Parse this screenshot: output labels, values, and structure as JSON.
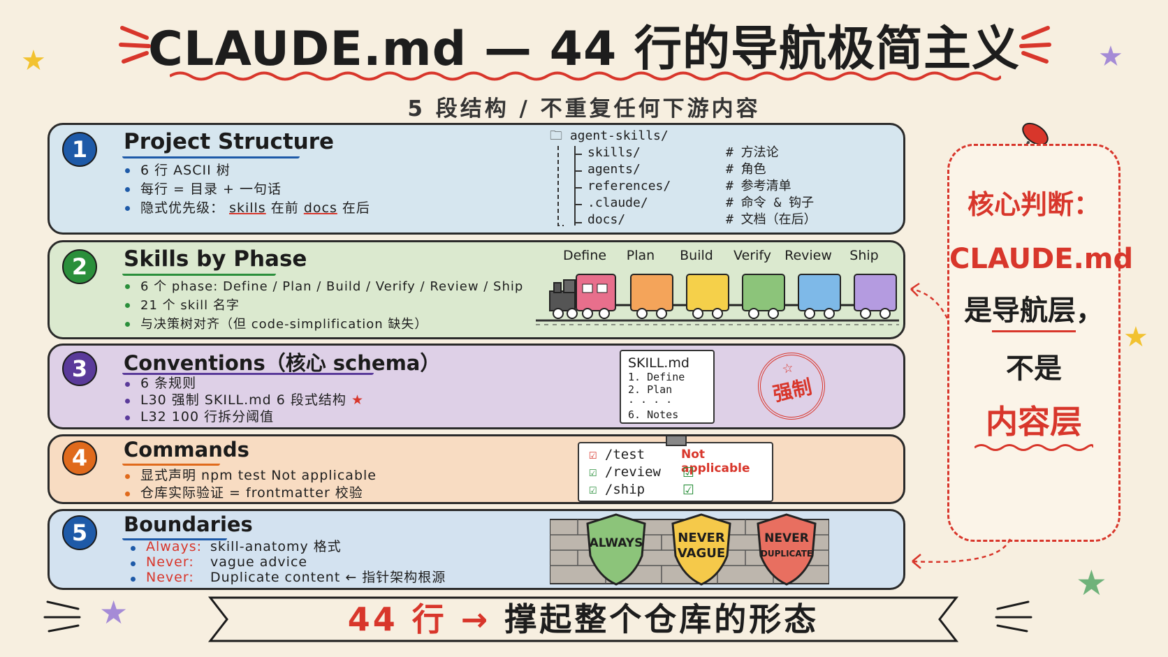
{
  "title": "CLAUDE.md — 44 行的导航极简主义",
  "subtitle": "5 段结构 / 不重复任何下游内容",
  "colors": {
    "accent_red": "#d8362b",
    "blue_badge": "#1e5aa8",
    "green_badge": "#2a8f3b",
    "purple_badge": "#5a3a9a",
    "orange_badge": "#e06a1c",
    "panel1": "#d6e6ef",
    "panel2": "#dbe9cf",
    "panel3": "#ded0e7",
    "panel4": "#f8dcc2",
    "panel5": "#d3e2f0"
  },
  "sections": [
    {
      "number": "1",
      "title": "Project Structure",
      "bullets": [
        "6 行 ASCII 树",
        "每行 = 目录 + 一句话"
      ],
      "priority": {
        "label": "隐式优先级：",
        "a": "skills",
        "mid": "在前",
        "b": "docs",
        "end": "在后"
      },
      "tree": {
        "root": "agent-skills/",
        "rows": [
          {
            "name": "skills/",
            "comment": "# 方法论"
          },
          {
            "name": "agents/",
            "comment": "# 角色"
          },
          {
            "name": "references/",
            "comment": "# 参考清单"
          },
          {
            "name": ".claude/",
            "comment": "# 命令 & 钩子"
          },
          {
            "name": "docs/",
            "comment": "# 文档（在后）"
          }
        ]
      }
    },
    {
      "number": "2",
      "title": "Skills by Phase",
      "bullets": [
        "6 个 phase: Define / Plan / Build / Verify / Review / Ship",
        "21 个 skill 名字",
        "与决策树对齐（但 code-simplification 缺失）"
      ],
      "phases": [
        "Define",
        "Plan",
        "Build",
        "Verify",
        "Review",
        "Ship"
      ]
    },
    {
      "number": "3",
      "title": "Conventions（核心 schema）",
      "bullets": [
        "6 条规则",
        "L30 强制 SKILL.md 6 段式结构",
        "L32 100 行拆分阈值"
      ],
      "star": "★",
      "doc": {
        "title": "SKILL.md",
        "lines": [
          "1. Define",
          "2. Plan",
          "· · · ·",
          "6. Notes"
        ]
      },
      "stamp": "强制"
    },
    {
      "number": "4",
      "title": "Commands",
      "bullets": [
        "显式声明 npm test Not applicable",
        "仓库实际验证 = frontmatter 校验"
      ],
      "clipboard": {
        "commands": [
          "/test",
          "/review",
          "/ship"
        ],
        "note": "Not applicable"
      }
    },
    {
      "number": "5",
      "title": "Boundaries",
      "rules": [
        {
          "kw": "Always:",
          "text": "skill-anatomy 格式"
        },
        {
          "kw": "Never:",
          "text": "vague advice"
        },
        {
          "kw": "Never:",
          "text": "Duplicate content ← 指针架构根源"
        }
      ],
      "shields": [
        {
          "line1": "ALWAYS",
          "line2": "",
          "color": "#8cc47a"
        },
        {
          "line1": "NEVER",
          "line2": "VAGUE",
          "color": "#f5c94a"
        },
        {
          "line1": "NEVER",
          "line2": "DUPLICATE",
          "color": "#e86f60"
        }
      ]
    }
  ],
  "core": {
    "label": "核心判断：",
    "name": "CLAUDE.md",
    "line1": "是导航层，",
    "line2": "不是",
    "line3": "内容层"
  },
  "banner": {
    "left": "44 行",
    "arrow": "→",
    "right": "撑起整个仓库的形态"
  }
}
